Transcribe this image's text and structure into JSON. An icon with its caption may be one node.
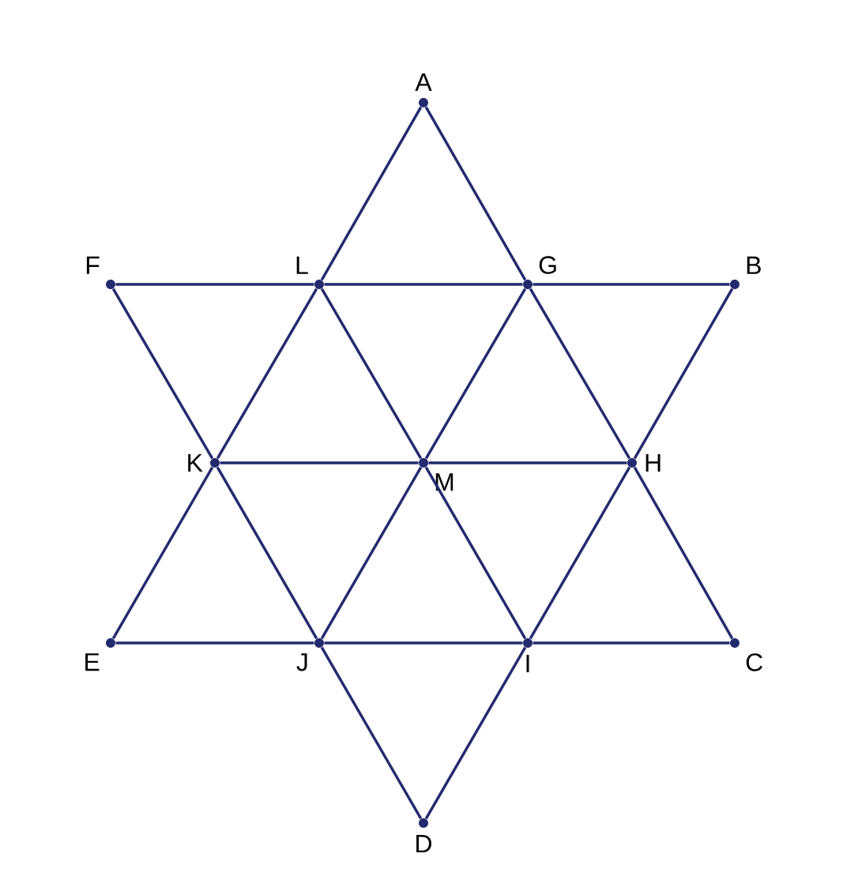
{
  "diagram": {
    "nodes": [
      {
        "text": [
          "A"
        ]
      },
      {
        "text": [
          "F"
        ]
      },
      {
        "text": [
          "L"
        ]
      },
      {
        "text": [
          "G"
        ]
      },
      {
        "text": [
          "B"
        ]
      },
      {
        "text": [
          "K"
        ]
      },
      {
        "text": [
          "M"
        ]
      },
      {
        "text": [
          "H"
        ]
      },
      {
        "text": [
          "E"
        ]
      },
      {
        "text": [
          "J"
        ]
      },
      {
        "text": [
          "I"
        ]
      },
      {
        "text": [
          "C"
        ]
      },
      {
        "text": [
          "D"
        ]
      }
    ],
    "edges": [
      {
        "from": 1,
        "to": 2,
        "arrow": "none"
      },
      {
        "from": 2,
        "to": 3,
        "arrow": "none"
      },
      {
        "from": 3,
        "to": 4,
        "arrow": "none"
      },
      {
        "from": 5,
        "to": 6,
        "arrow": "none"
      },
      {
        "from": 6,
        "to": 7,
        "arrow": "none"
      },
      {
        "from": 8,
        "to": 9,
        "arrow": "none"
      },
      {
        "from": 9,
        "to": 10,
        "arrow": "none"
      },
      {
        "from": 10,
        "to": 11,
        "arrow": "none"
      },
      {
        "from": 0,
        "to": 2,
        "arrow": "none"
      },
      {
        "from": 2,
        "to": 5,
        "arrow": "none"
      },
      {
        "from": 5,
        "to": 8,
        "arrow": "none"
      },
      {
        "from": 0,
        "to": 3,
        "arrow": "none"
      },
      {
        "from": 3,
        "to": 7,
        "arrow": "none"
      },
      {
        "from": 7,
        "to": 11,
        "arrow": "none"
      },
      {
        "from": 1,
        "to": 5,
        "arrow": "none"
      },
      {
        "from": 5,
        "to": 9,
        "arrow": "none"
      },
      {
        "from": 9,
        "to": 12,
        "arrow": "none"
      },
      {
        "from": 4,
        "to": 7,
        "arrow": "none"
      },
      {
        "from": 7,
        "to": 10,
        "arrow": "none"
      },
      {
        "from": 10,
        "to": 12,
        "arrow": "none"
      },
      {
        "from": 2,
        "to": 6,
        "arrow": "none"
      },
      {
        "from": 6,
        "to": 10,
        "arrow": "none"
      },
      {
        "from": 3,
        "to": 6,
        "arrow": "none"
      },
      {
        "from": 6,
        "to": 9,
        "arrow": "none"
      }
    ]
  }
}
